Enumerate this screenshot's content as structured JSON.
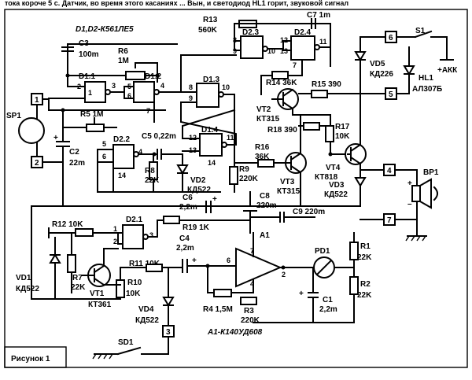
{
  "top_text": "тока короче 5 с. Датчик, во время этого касаниях ... Вын, и светодиод НL1 горит, звуковой сигнал",
  "figure_caption": "Рисунок 1",
  "ic_labels": {
    "d1_d2": "D1,D2-К561ЛЕ5",
    "a1": "A1-К140УД608",
    "d1_1": "D1.1",
    "d1_2": "D1.2",
    "d1_3": "D1.3",
    "d1_4": "D1.4",
    "d2_1": "D2.1",
    "d2_2": "D2.2",
    "d2_3": "D2.3",
    "d2_4": "D2.4",
    "a1_short": "A1"
  },
  "components": {
    "c3": "C3",
    "c3_val": "100m",
    "r6": "R6",
    "r6_val": "1M",
    "r5": "R5 1M",
    "sp1": "SP1",
    "c2": "C2",
    "c2_val": "22m",
    "r13": "R13",
    "r13_val": "560K",
    "c7": "C7 1m",
    "r14": "R14 36K",
    "r15": "R15 390",
    "vt2": "VT2",
    "vt2_type": "КТ315",
    "s1": "S1",
    "akk": "+АКК",
    "vd5": "VD5",
    "vd5_type": "КД226",
    "hl1": "HL1",
    "hl1_type": "АЛ307Б",
    "c5": "C5 0,22m",
    "r8": "R8",
    "r8_val": "22K",
    "vd2": "VD2",
    "vd2_type": "КД522",
    "r18": "R18 390",
    "r17": "R17",
    "r17_val": "10K",
    "r16": "R16",
    "r16_val": "36K",
    "r9": "R9",
    "r9_val": "220K",
    "vt3": "VT3",
    "vt3_type": "КТ315",
    "vt4": "VT4",
    "vt4_type": "КТ818",
    "vd3": "VD3",
    "vd3_type": "КД522",
    "bp1": "BP1",
    "c6": "C6",
    "c6_val": "2,2m",
    "c8": "C8",
    "c8_val": "220m",
    "c9": "C9 220m",
    "r12": "R12 10K",
    "r19": "R19 1K",
    "c4": "C4",
    "c4_val": "2,2m",
    "r1": "R1",
    "r1_val": "22K",
    "r2": "R2",
    "r2_val": "22K",
    "pd1": "PD1",
    "c1": "C1",
    "c1_val": "2,2m",
    "r7": "R7",
    "r7_val": "22K",
    "vt1": "VT1",
    "vt1_type": "КТ361",
    "r10": "R10",
    "r10_val": "10K",
    "r11": "R11 10K",
    "vd1": "VD1",
    "vd1_type": "КД522",
    "vd4": "VD4",
    "vd4_type": "КД522",
    "r4": "R4 1,5M",
    "r3": "R3",
    "r3_val": "220K",
    "sd1": "SD1"
  },
  "connectors": [
    "1",
    "2",
    "3",
    "4",
    "5",
    "6",
    "7"
  ],
  "pins": {
    "p1": "1",
    "p2": "2",
    "p3": "3",
    "p4": "4",
    "p5": "5",
    "p6": "6",
    "p7": "7",
    "p8": "8",
    "p9": "9",
    "p10": "10",
    "p11": "11",
    "p12": "12",
    "p13": "13",
    "p14": "14"
  },
  "polarity": {
    "plus": "+",
    "minus": "–"
  }
}
